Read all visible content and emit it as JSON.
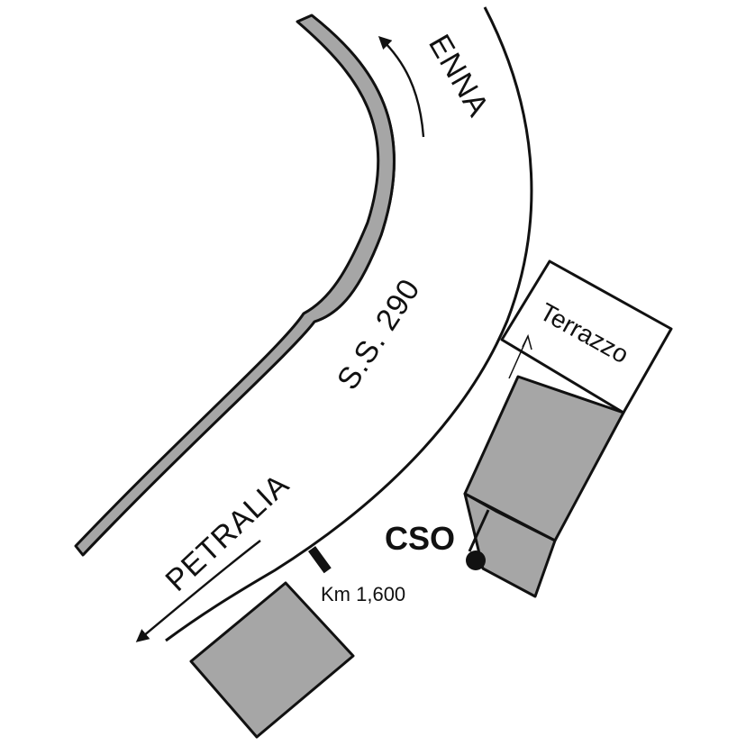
{
  "labels": {
    "enna": "ENNA",
    "road_name": "S.S. 290",
    "petralia": "PETRALIA",
    "km_marker": "Km 1,600",
    "terrace": "Terrazzo",
    "cso": "CSO"
  },
  "colors": {
    "background": "#ffffff",
    "line": "#111111",
    "building_fill": "#a6a6a6",
    "marker_fill": "#111111"
  },
  "icons": {
    "direction_enna": "arrow-up-left-icon",
    "direction_petralia": "arrow-down-left-icon",
    "terrace_arrow": "thin-arrow-up-icon",
    "station_marker": "filled-circle-icon"
  }
}
